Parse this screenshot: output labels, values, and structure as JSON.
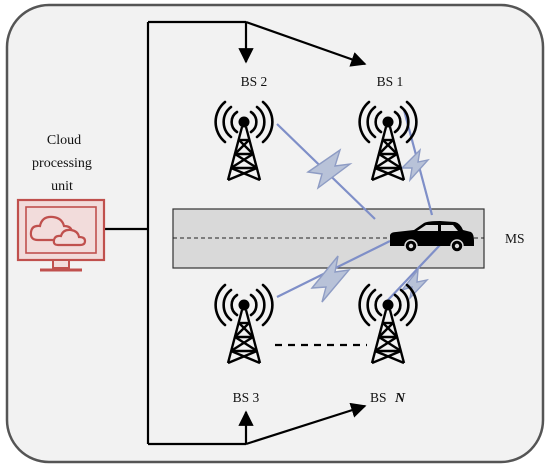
{
  "cloud": {
    "line1": "Cloud",
    "line2": "processing",
    "line3": "unit"
  },
  "stations": {
    "bs1": "BS 1",
    "bs2": "BS 2",
    "bs3": "BS 3",
    "bsn_prefix": "BS",
    "bsn_symbol": "N"
  },
  "mobile": {
    "label": "MS"
  },
  "colors": {
    "frame_fill": "#f2f2f2",
    "frame_stroke": "#555555",
    "road_fill": "#d9d9d9",
    "monitor_red": "#c0504d",
    "monitor_fill": "#f2dcdb",
    "link_blue": "#7f8fc8",
    "bolt_fill": "#b8c2d8",
    "bolt_stroke": "#8e9cc4"
  },
  "icons": [
    "tower-icon",
    "monitor-icon",
    "cloud-icon",
    "car-icon",
    "wireless-bolt-icon"
  ]
}
